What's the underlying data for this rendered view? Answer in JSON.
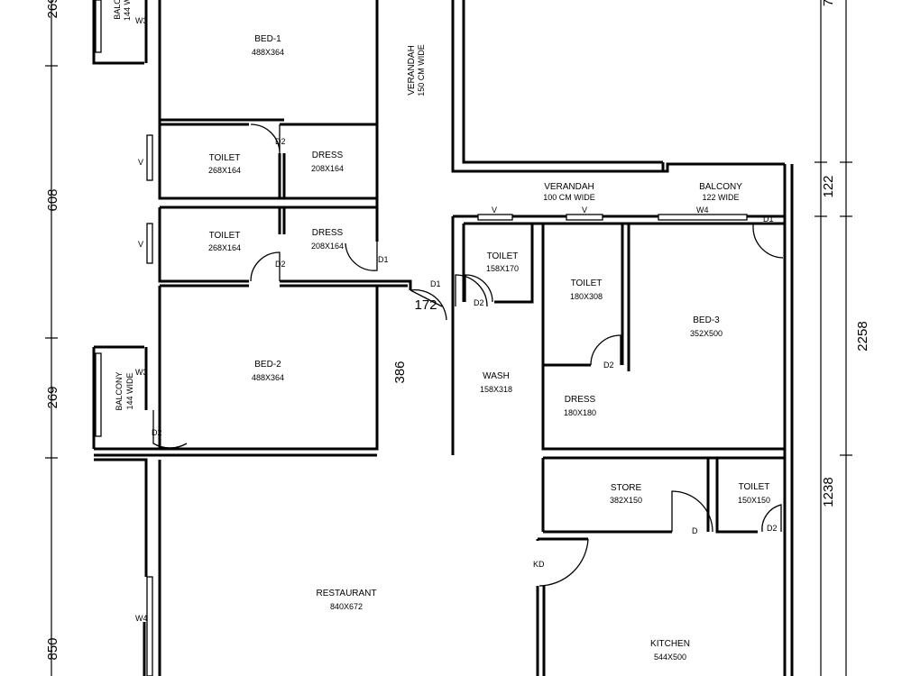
{
  "rooms": {
    "bed1": {
      "name": "BED-1",
      "size": "488X364"
    },
    "toilet1": {
      "name": "TOILET",
      "size": "268X164"
    },
    "dress1": {
      "name": "DRESS",
      "size": "208X164"
    },
    "toilet2": {
      "name": "TOILET",
      "size": "268X164"
    },
    "dress2": {
      "name": "DRESS",
      "size": "208X164"
    },
    "bed2": {
      "name": "BED-2",
      "size": "488X364"
    },
    "restaurant": {
      "name": "RESTAURANT",
      "size": "840X672"
    },
    "toilet3": {
      "name": "TOILET",
      "size": "158X170"
    },
    "wash": {
      "name": "WASH",
      "size": "158X318"
    },
    "toilet4": {
      "name": "TOILET",
      "size": "180X308"
    },
    "dress3": {
      "name": "DRESS",
      "size": "180X180"
    },
    "bed3": {
      "name": "BED-3",
      "size": "352X500"
    },
    "store": {
      "name": "STORE",
      "size": "382X150"
    },
    "toilet5": {
      "name": "TOILET",
      "size": "150X150"
    },
    "kitchen": {
      "name": "KITCHEN",
      "size": "544X500"
    }
  },
  "verandah_top": {
    "name": "VERANDAH",
    "width": "150 CM WIDE"
  },
  "verandah_mid": {
    "name": "VERANDAH",
    "width": "100 CM WIDE"
  },
  "balcony_right": {
    "name": "BALCONY",
    "width": "122 WIDE"
  },
  "balcony_top_left": {
    "name": "BALC",
    "width": "144 W"
  },
  "balcony_left": {
    "name": "BALCONY",
    "width": "144 WIDE"
  },
  "tags": {
    "w3a": "W3",
    "w3b": "W3",
    "w4a": "W4",
    "w4b": "W4",
    "v1": "V",
    "v2": "V",
    "v3": "V",
    "v4": "V",
    "d1a": "D1",
    "d1b": "D1",
    "d1c": "D1",
    "d2a": "D2",
    "d2b": "D2",
    "d2c": "D2",
    "d2d": "D2",
    "d2e": "D2",
    "d2f": "D2",
    "d": "D",
    "kd": "KD"
  },
  "dimensions": {
    "left_top": "269",
    "left_a": "608",
    "left_b": "269",
    "left_c": "850",
    "right_top": "7",
    "right_a": "122",
    "right_b": "2258",
    "right_c": "1238",
    "mid_a": "386",
    "mid_b": "172"
  }
}
